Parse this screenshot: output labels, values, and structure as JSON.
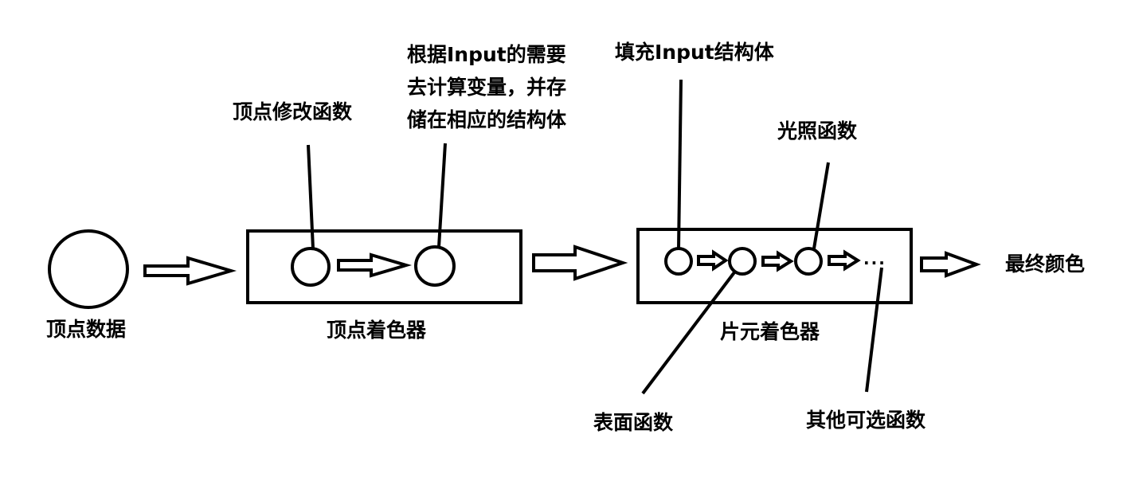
{
  "labels": {
    "vertex_data": "顶点数据",
    "vertex_modify_function": "顶点修改函数",
    "compute_note": [
      "根据Input的需要",
      "去计算变量，并存",
      "储在相应的结构体"
    ],
    "vertex_shader": "顶点着色器",
    "fill_input_struct": "填充Input结构体",
    "lighting_function": "光照函数",
    "fragment_shader": "片元着色器",
    "surface_function": "表面函数",
    "other_optional_functions": "其他可选函数",
    "final_color": "最终颜色",
    "ellipsis": "···"
  }
}
